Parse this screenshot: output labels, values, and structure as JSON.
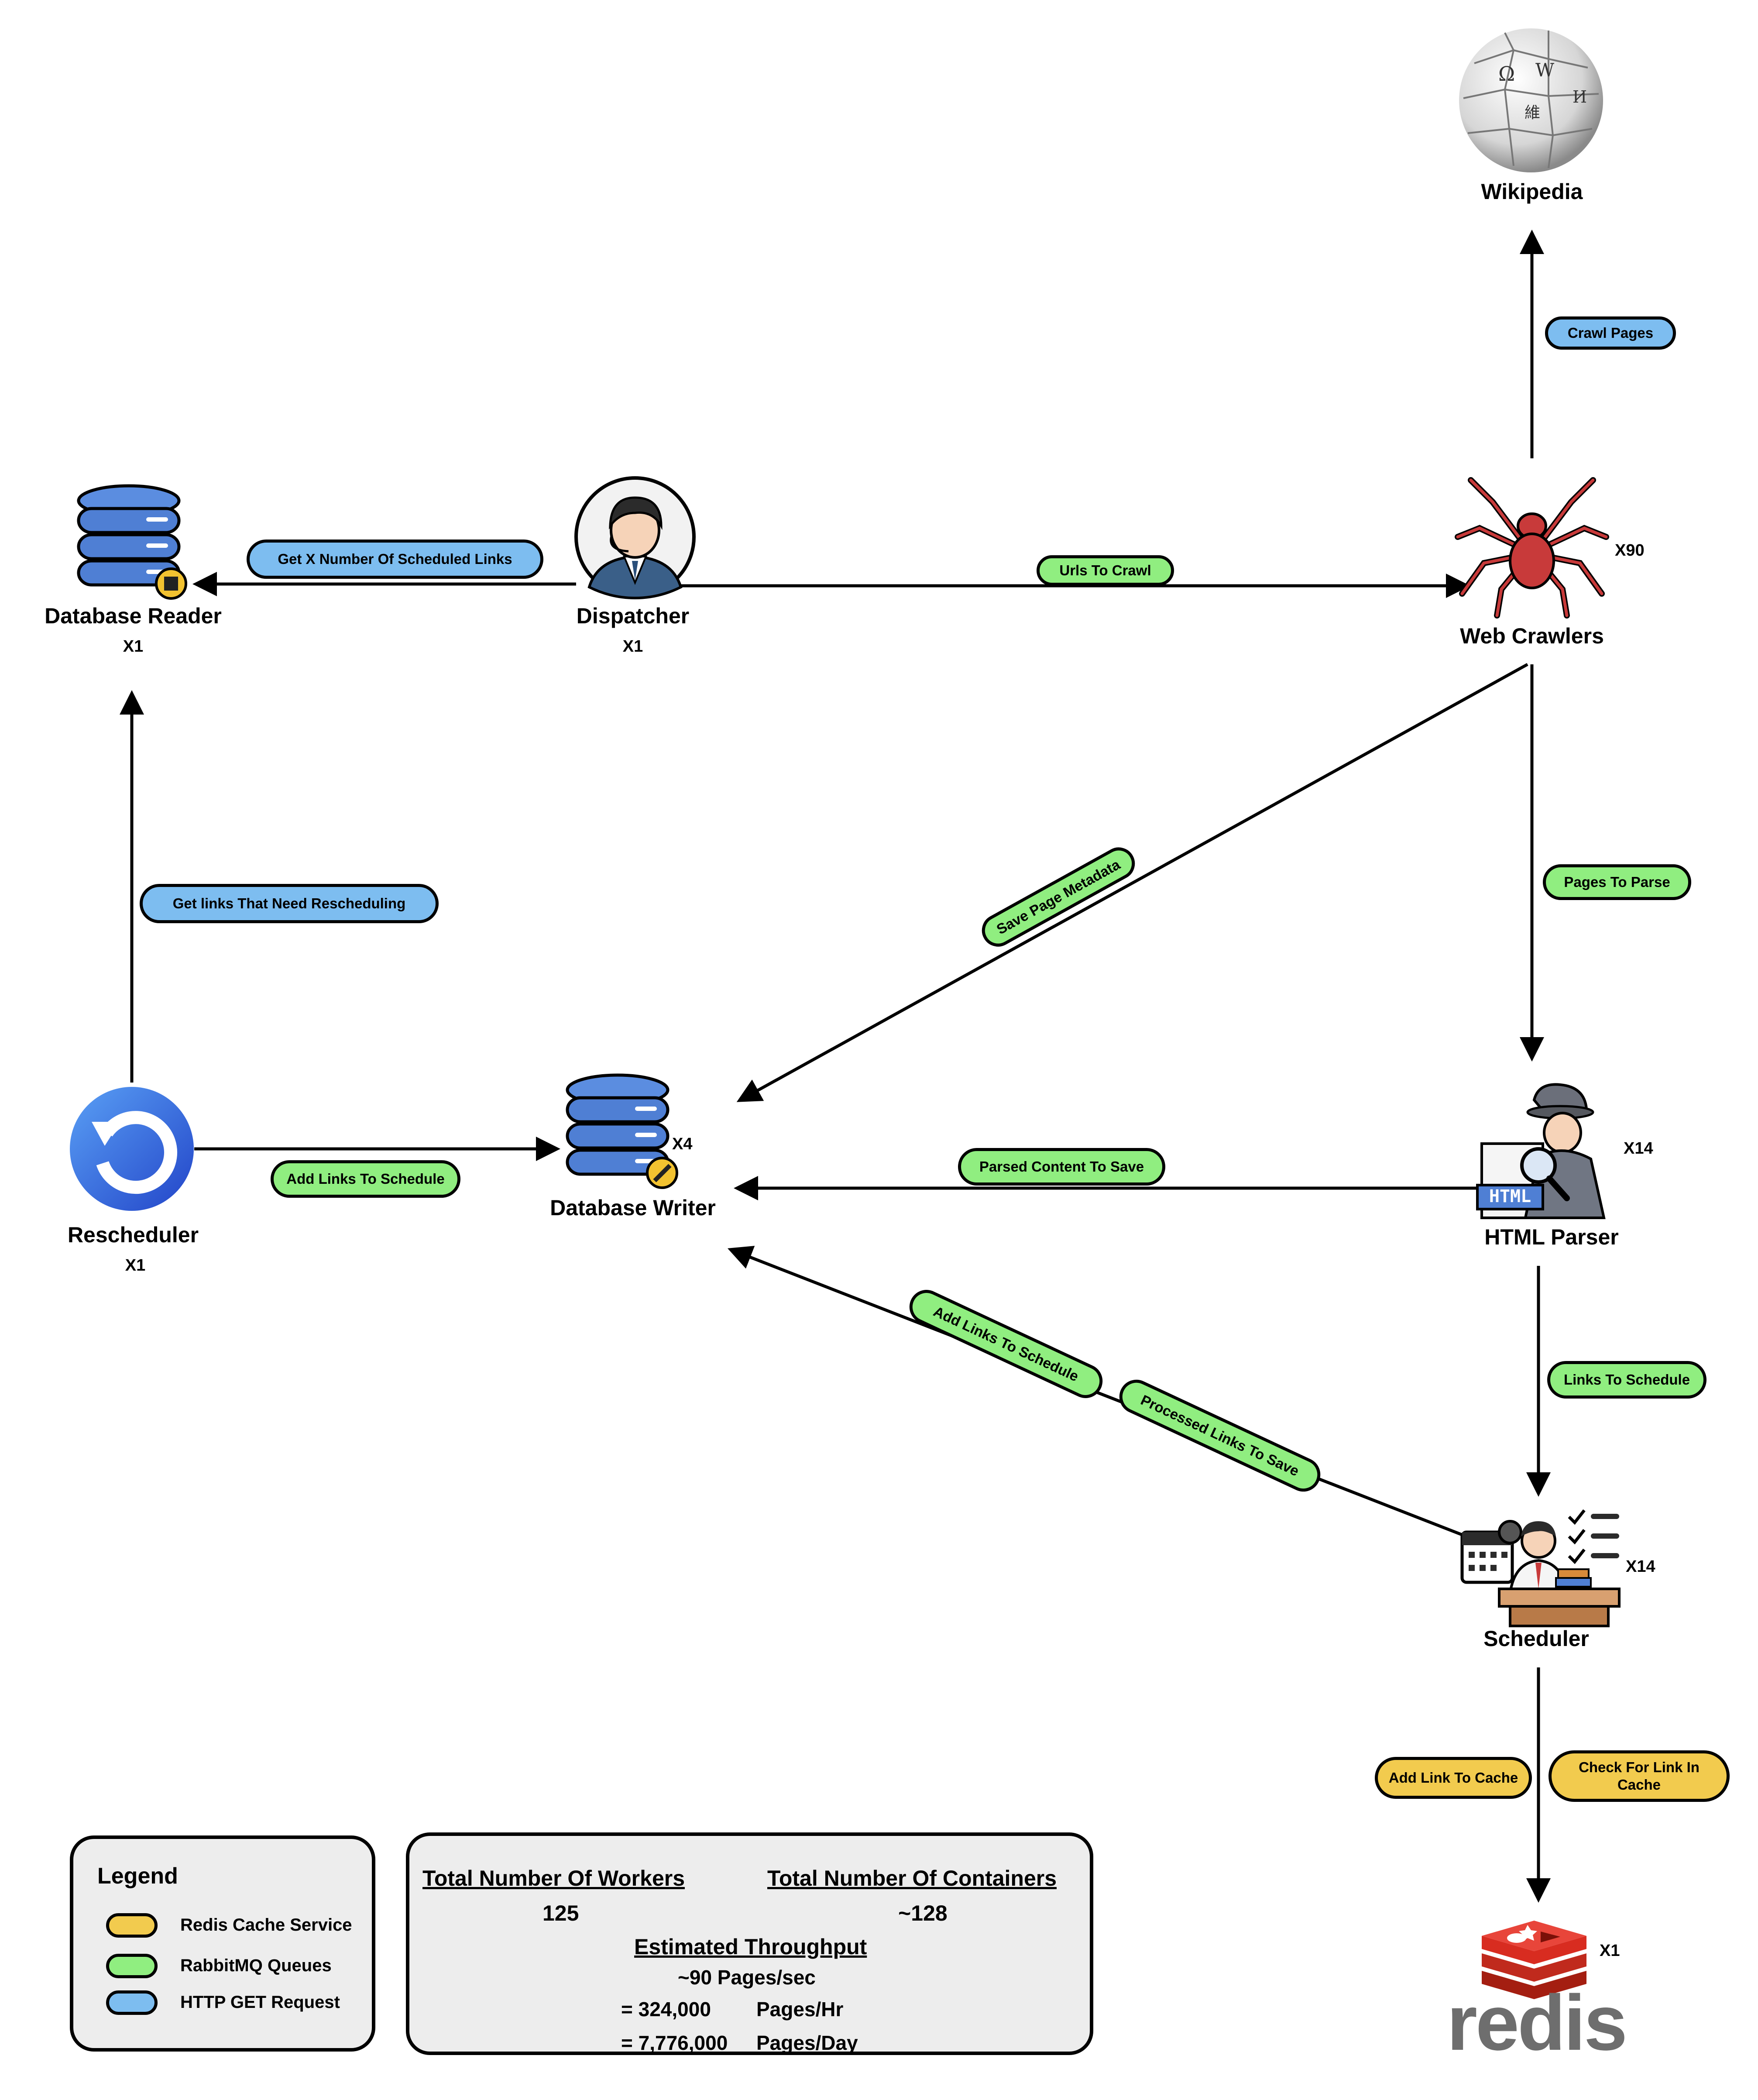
{
  "nodes": {
    "wikipedia": {
      "name": "Wikipedia"
    },
    "database_reader": {
      "name": "Database Reader",
      "count": "X1"
    },
    "dispatcher": {
      "name": "Dispatcher",
      "count": "X1"
    },
    "web_crawlers": {
      "name": "Web Crawlers",
      "count": "X90"
    },
    "database_writer": {
      "name": "Database Writer",
      "count": "X4"
    },
    "rescheduler": {
      "name": "Rescheduler",
      "count": "X1"
    },
    "html_parser": {
      "name": "HTML Parser",
      "count": "X14",
      "icon_text": "HTML"
    },
    "scheduler": {
      "name": "Scheduler",
      "count": "X14"
    },
    "redis": {
      "logo_text": "redis",
      "count": "X1"
    }
  },
  "edges": {
    "crawl_pages": "Crawl Pages",
    "get_scheduled_links": "Get X Number Of Scheduled Links",
    "urls_to_crawl": "Urls To Crawl",
    "get_links_rescheduling": "Get links That Need Rescheduling",
    "save_page_metadata": "Save Page Metadata",
    "pages_to_parse": "Pages To Parse",
    "add_links_to_schedule_left": "Add Links To Schedule",
    "parsed_content_to_save": "Parsed Content To Save",
    "add_links_to_schedule_diag": "Add Links To Schedule",
    "processed_links_to_save": "Processed Links To Save",
    "links_to_schedule": "Links To Schedule",
    "add_link_to_cache": "Add Link To Cache",
    "check_for_link_in_cache": "Check For Link In Cache"
  },
  "legend": {
    "title": "Legend",
    "items": [
      {
        "label": "Redis Cache Service",
        "color": "#f2cb4e"
      },
      {
        "label": "RabbitMQ Queues",
        "color": "#90ee80"
      },
      {
        "label": "HTTP GET Request",
        "color": "#7dbdf0"
      }
    ]
  },
  "stats": {
    "workers_label": "Total Number Of Workers",
    "workers_value": "125",
    "containers_label": "Total Number Of Containers",
    "containers_value": "~128",
    "throughput_label": "Estimated Throughput",
    "per_sec": "~90 Pages/sec",
    "per_hr_value": "= 324,000",
    "per_hr_unit": "Pages/Hr",
    "per_day_value": "= 7,776,000",
    "per_day_unit": "Pages/Day"
  },
  "colors": {
    "rabbitmq": "#90ee80",
    "http": "#7dbdf0",
    "redis": "#f2cb4e",
    "redis_logo": "#d82c20"
  }
}
